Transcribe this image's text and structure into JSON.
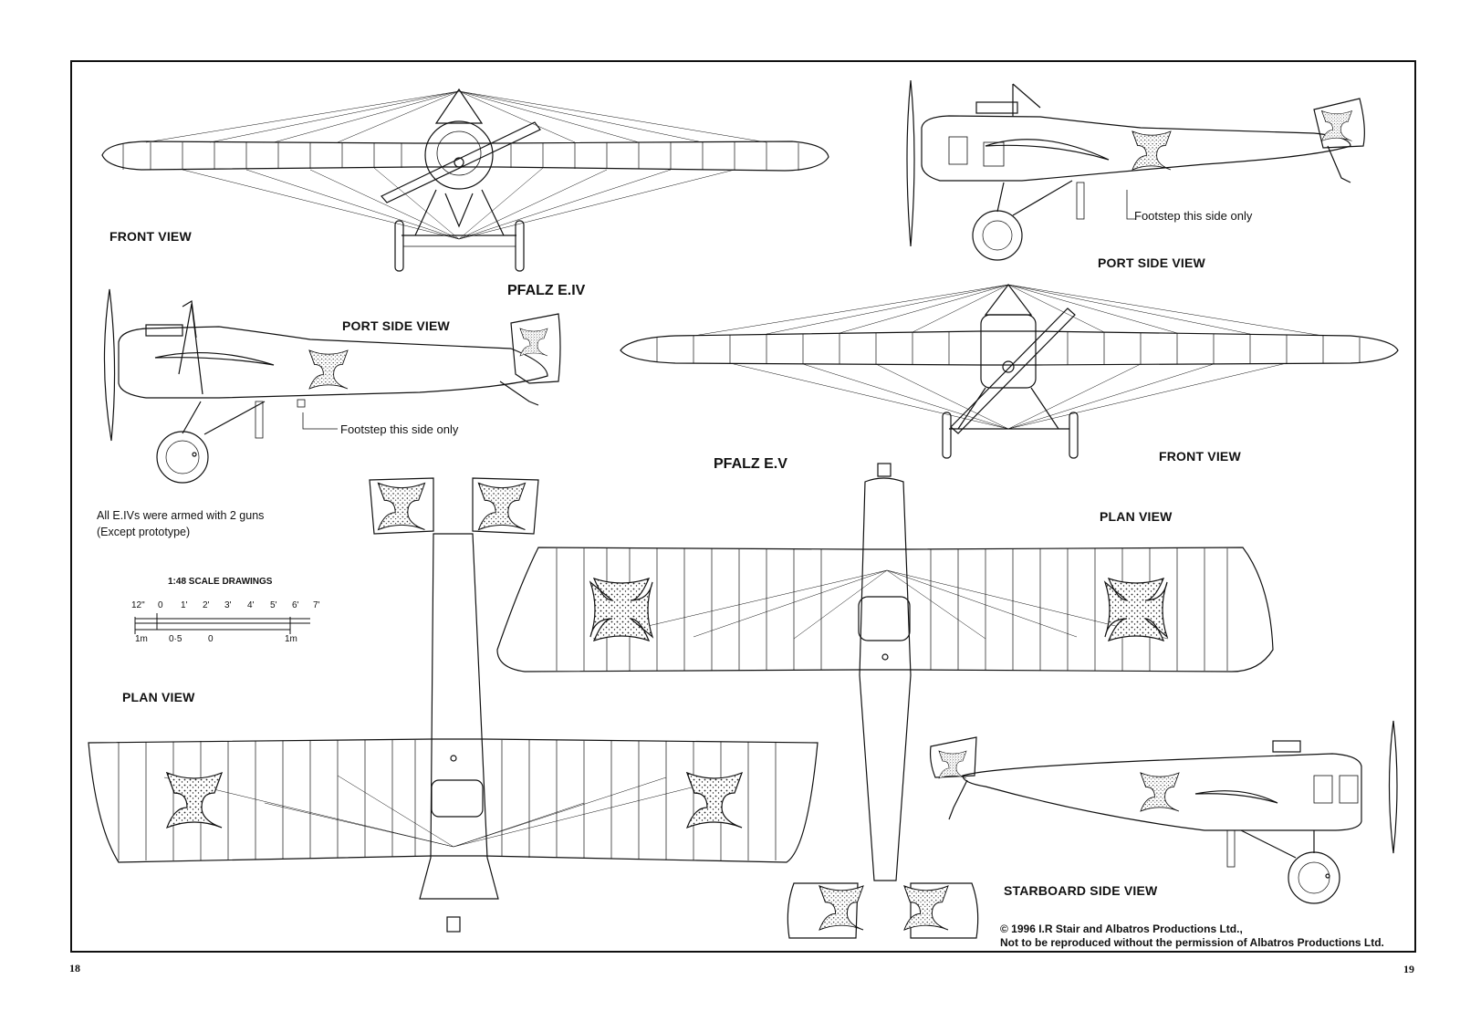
{
  "aircraft": {
    "e4": {
      "title": "PFALZ E.IV",
      "front_view": "FRONT VIEW",
      "port_side_view": "PORT SIDE VIEW",
      "plan_view": "PLAN VIEW",
      "footstep_note": "Footstep this side only",
      "armament_note_line1": "All E.IVs were armed with 2 guns",
      "armament_note_line2": "(Except prototype)"
    },
    "e5": {
      "title": "PFALZ E.V",
      "front_view": "FRONT VIEW",
      "port_side_view": "PORT SIDE VIEW",
      "plan_view": "PLAN VIEW",
      "starboard_side_view": "STARBOARD SIDE VIEW",
      "footstep_note": "Footstep this side only"
    }
  },
  "scale": {
    "title": "1:48 SCALE DRAWINGS",
    "feet_ticks": [
      "12\"",
      "0",
      "1'",
      "2'",
      "3'",
      "4'",
      "5'",
      "6'",
      "7'"
    ],
    "metric_ticks": [
      "1m",
      "0·5",
      "0",
      "1m"
    ]
  },
  "copyright": {
    "line1": "© 1996 I.R Stair and Albatros Productions Ltd.,",
    "line2": "Not to be reproduced without the permission of Albatros Productions Ltd."
  },
  "pages": {
    "left": "18",
    "right": "19"
  },
  "icons": [
    "iron-cross-icon",
    "propeller-icon",
    "wheel-icon"
  ]
}
